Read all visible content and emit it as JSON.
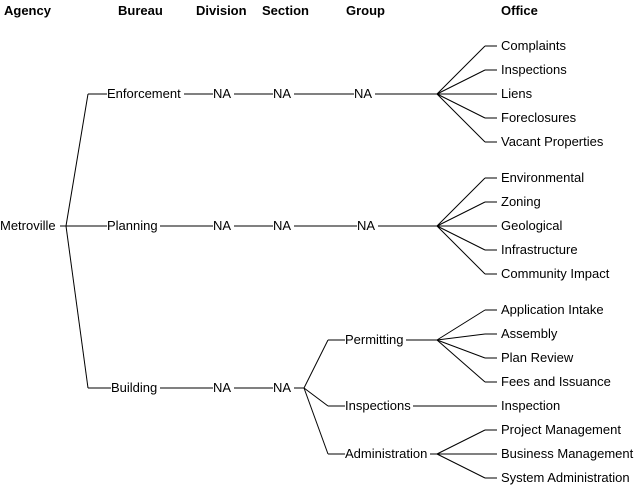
{
  "headers": {
    "agency": "Agency",
    "bureau": "Bureau",
    "division": "Division",
    "section": "Section",
    "group": "Group",
    "office": "Office"
  },
  "root": "Metroville",
  "bureaus": [
    {
      "label": "Enforcement",
      "division": "NA",
      "section": "NA",
      "group": "NA",
      "offices": [
        "Complaints",
        "Inspections",
        "Liens",
        "Foreclosures",
        "Vacant Properties"
      ]
    },
    {
      "label": "Planning",
      "division": "NA",
      "section": "NA",
      "group": "NA",
      "offices": [
        "Environmental",
        "Zoning",
        "Geological",
        "Infrastructure",
        "Community Impact"
      ]
    },
    {
      "label": "Building",
      "division": "NA",
      "section": "NA",
      "groups": [
        {
          "label": "Permitting",
          "offices": [
            "Application Intake",
            "Assembly",
            "Plan Review",
            "Fees and Issuance"
          ]
        },
        {
          "label": "Inspections",
          "offices": [
            "Inspection"
          ]
        },
        {
          "label": "Administration",
          "offices": [
            "Project Management",
            "Business Management",
            "System Administration"
          ]
        }
      ]
    }
  ]
}
